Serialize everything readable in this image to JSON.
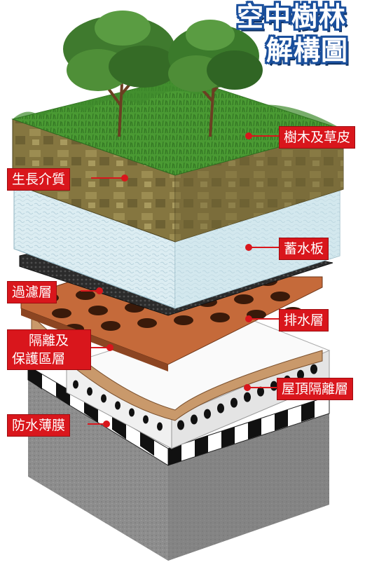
{
  "title": {
    "line1": "空中樹林",
    "line2": "解構圖"
  },
  "labels": {
    "trees_turf": "樹木及草皮",
    "growing_medium": "生長介質",
    "water_storage_board": "蓄水板",
    "filter_layer": "過濾層",
    "drainage_layer": "排水層",
    "separation_protection": "隔離及保護區層",
    "separation_protection_line1": "隔離及",
    "separation_protection_line2": "保護區層",
    "roof_separation": "屋頂隔離層",
    "waterproof_membrane": "防水薄膜"
  },
  "colors": {
    "label_bg": "#d9161c",
    "title_outline": "#1a4f9c",
    "grass": "#3f8a2c",
    "soil": "#8a7a3e",
    "water_board": "#dfeef2",
    "filter_mesh": "#2c2c2c",
    "drainage": "#c8673a",
    "roof_slab": "#e8e8e8",
    "concrete": "#8f8f8f"
  }
}
